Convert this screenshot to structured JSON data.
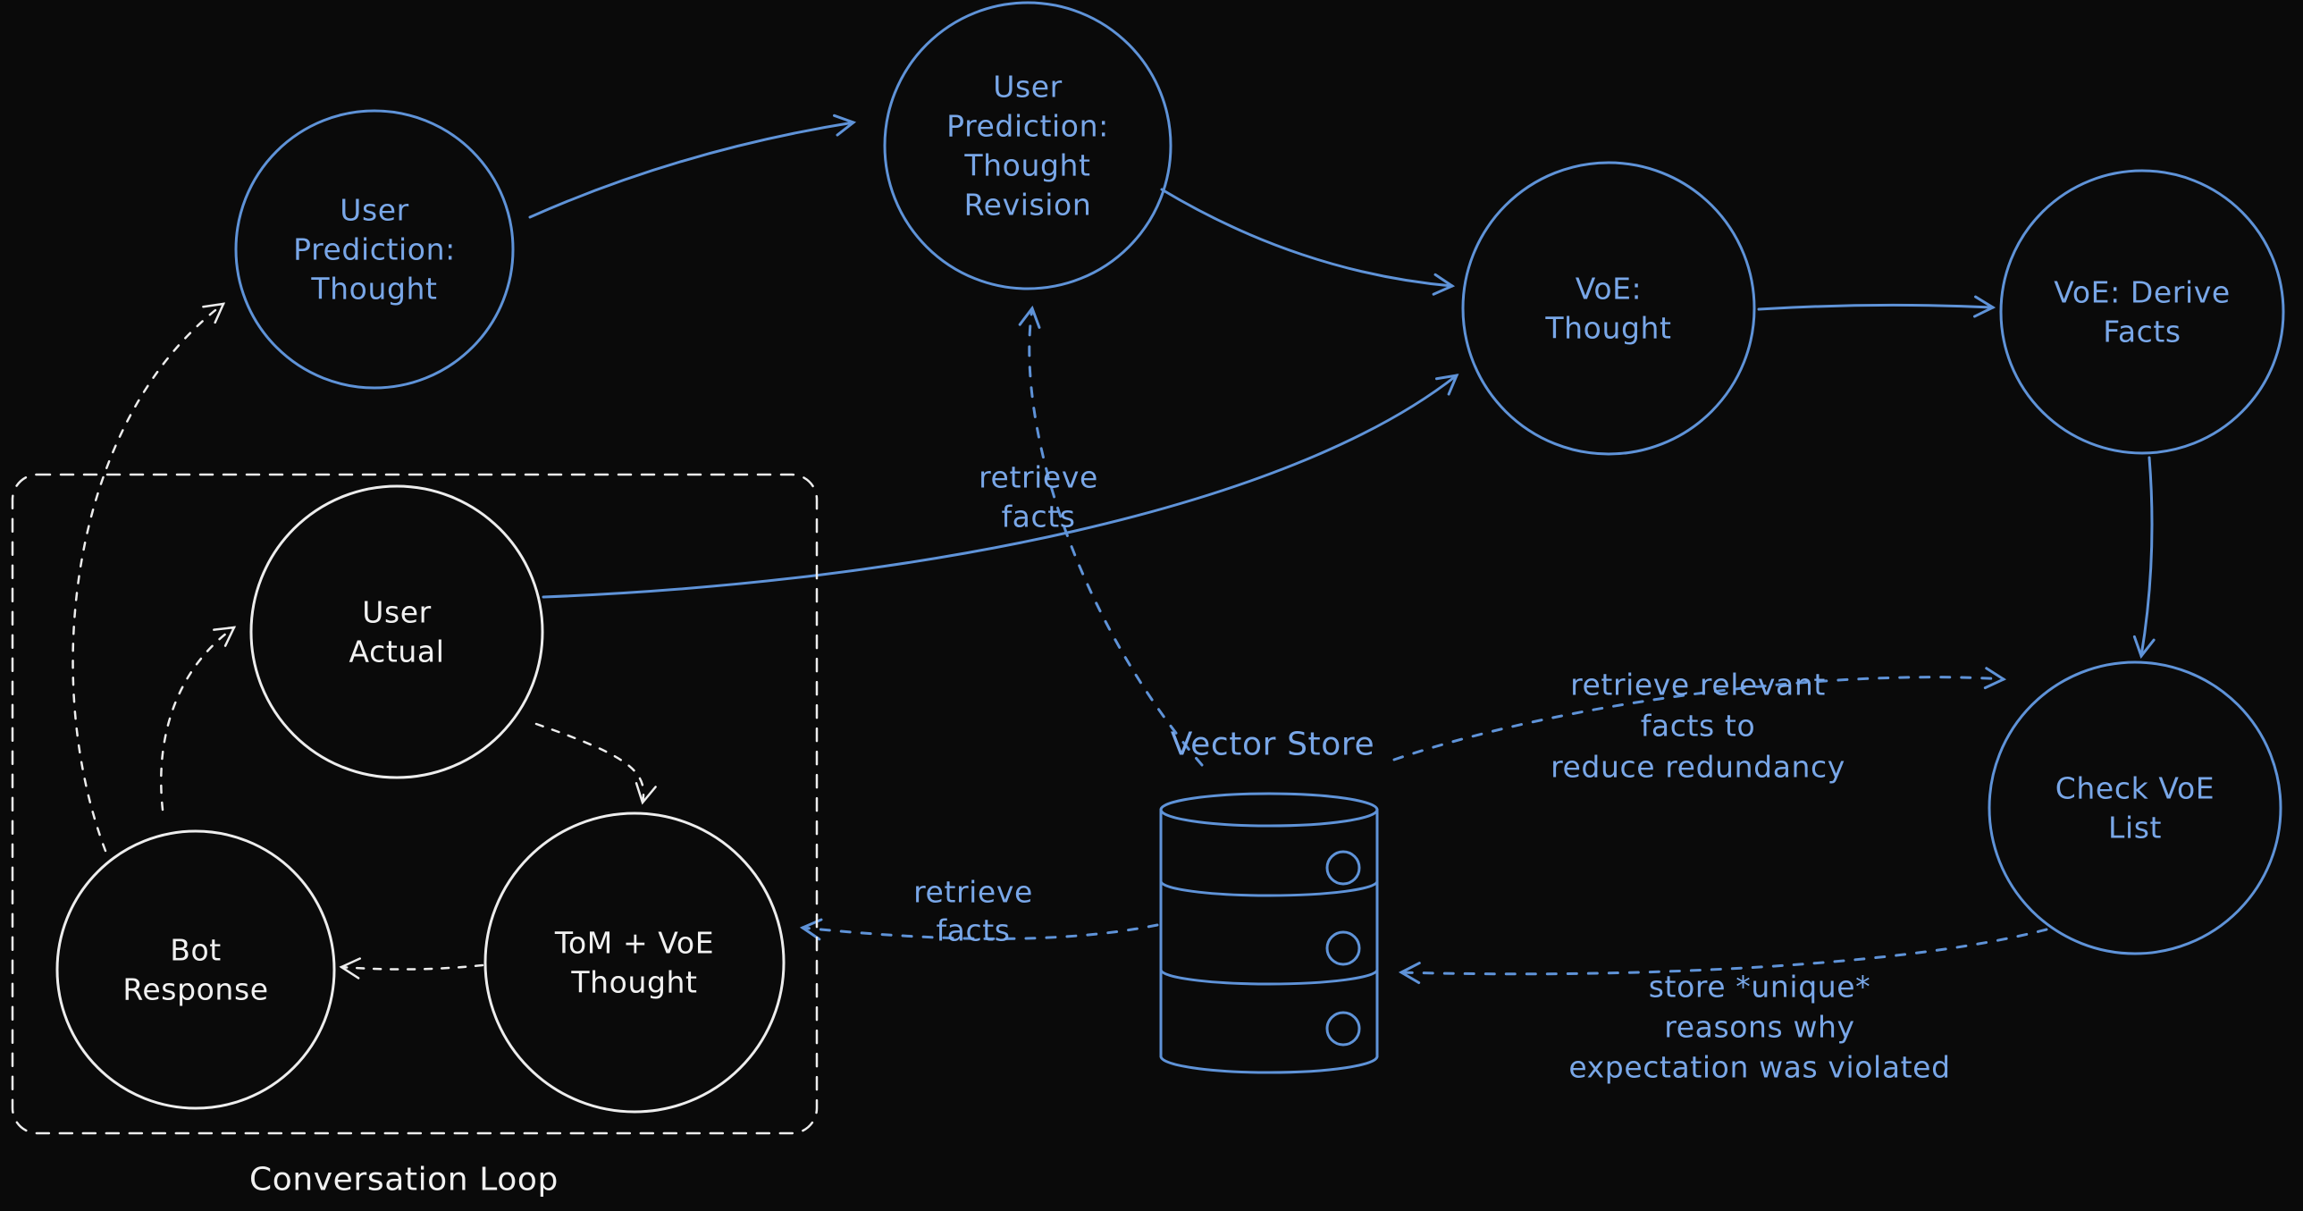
{
  "colors": {
    "background": "#0a0a0a",
    "blue_stroke": "#5f93d8",
    "blue_text": "#79a7e8",
    "white": "#ededed"
  },
  "nodes": {
    "user_prediction_thought": {
      "lines": [
        "User",
        "Prediction:",
        "Thought"
      ],
      "color": "blue"
    },
    "user_prediction_thought_revision": {
      "lines": [
        "User",
        "Prediction:",
        "Thought",
        "Revision"
      ],
      "color": "blue"
    },
    "voe_thought": {
      "lines": [
        "VoE:",
        "Thought"
      ],
      "color": "blue"
    },
    "voe_derive_facts": {
      "lines": [
        "VoE: Derive",
        "Facts"
      ],
      "color": "blue"
    },
    "check_voe_list": {
      "lines": [
        "Check VoE",
        "List"
      ],
      "color": "blue"
    },
    "user_actual": {
      "lines": [
        "User",
        "Actual"
      ],
      "color": "white"
    },
    "bot_response": {
      "lines": [
        "Bot",
        "Response"
      ],
      "color": "white"
    },
    "tom_voe_thought": {
      "lines": [
        "ToM + VoE",
        "Thought"
      ],
      "color": "white"
    }
  },
  "container": {
    "conversation_loop_label": "Conversation Loop"
  },
  "datastore": {
    "label": "Vector Store"
  },
  "edge_labels": {
    "retrieve_facts_top": {
      "lines": [
        "retrieve",
        "facts"
      ]
    },
    "retrieve_facts_left": {
      "lines": [
        "retrieve",
        "facts"
      ]
    },
    "retrieve_relevant_facts": {
      "lines": [
        "retrieve relevant",
        "facts to",
        "reduce redundancy"
      ]
    },
    "store_unique_reasons": {
      "lines": [
        "store *unique*",
        "reasons why",
        "expectation was violated"
      ]
    }
  }
}
